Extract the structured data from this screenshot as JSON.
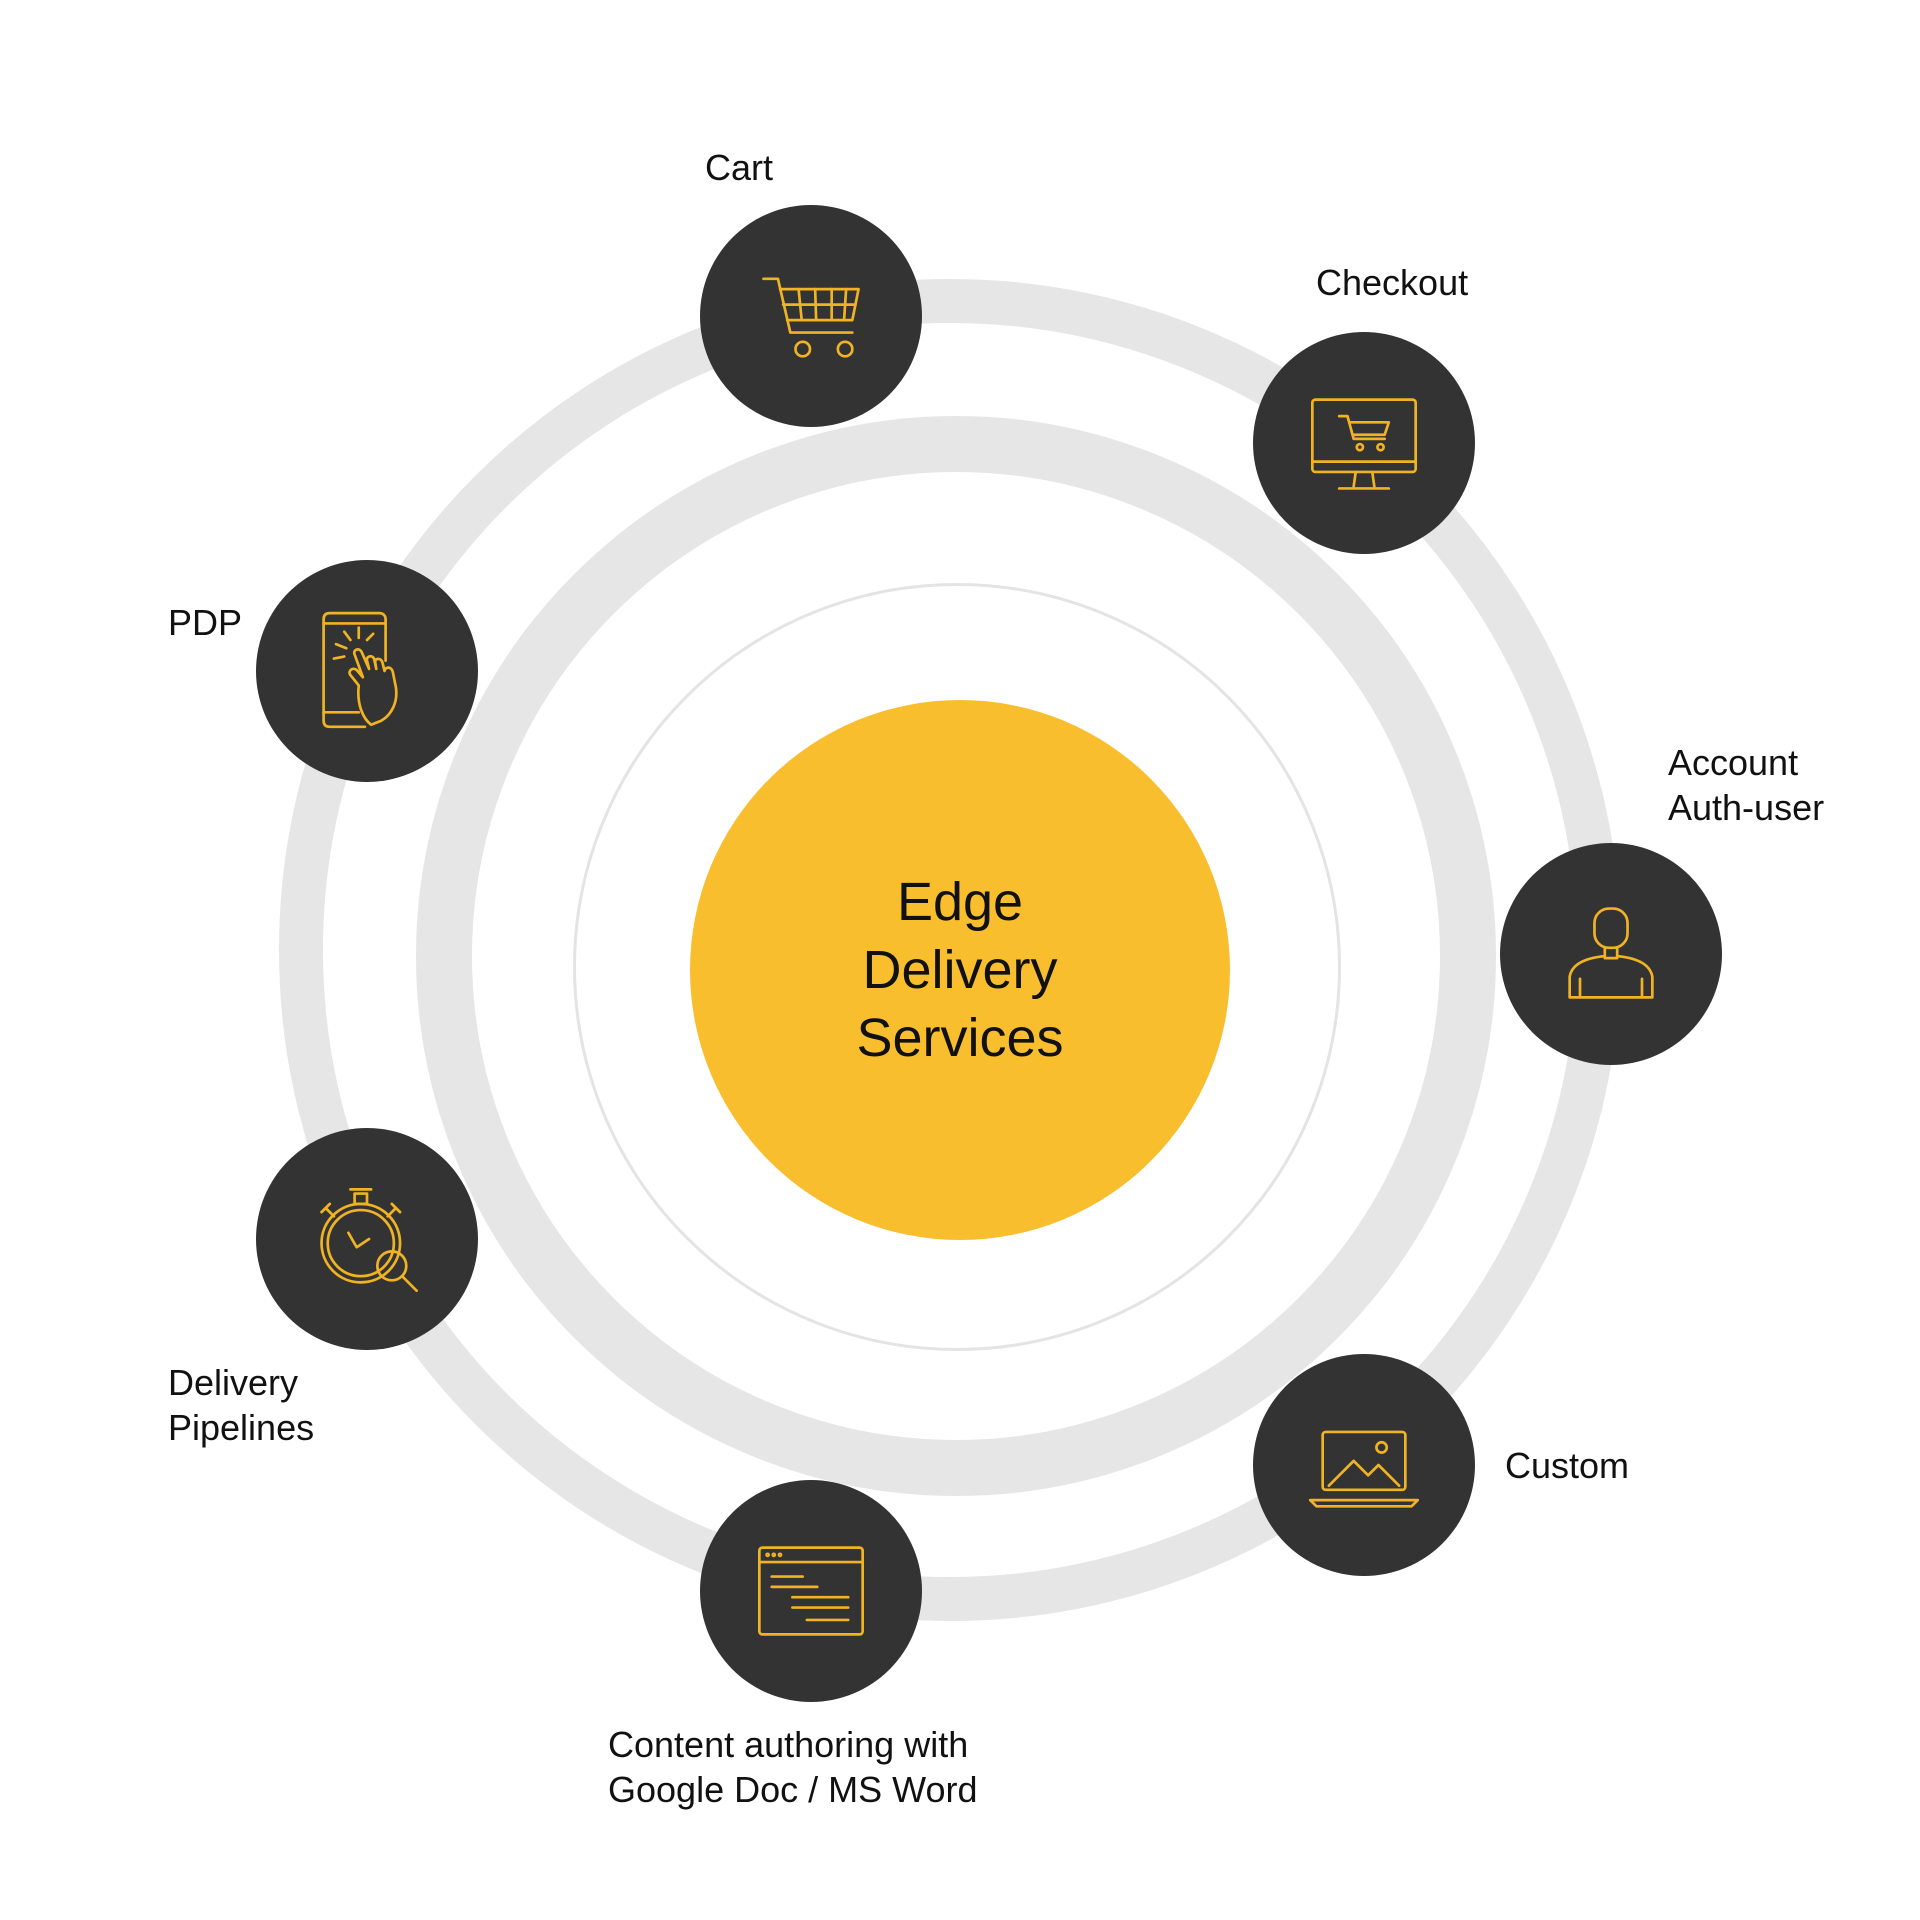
{
  "hub": {
    "label": "Edge\nDelivery\nServices"
  },
  "colors": {
    "hub": "#f8be2d",
    "node": "#333333",
    "icon": "#f0b323",
    "ring": "#e6e6e6"
  },
  "nodes": [
    {
      "id": "cart",
      "icon": "shopping-cart-icon",
      "label": "Cart"
    },
    {
      "id": "checkout",
      "icon": "monitor-cart-icon",
      "label": "Checkout"
    },
    {
      "id": "account",
      "icon": "user-icon",
      "label_lines": [
        "Account",
        "Auth-user"
      ]
    },
    {
      "id": "custom",
      "icon": "laptop-image-icon",
      "label": "Custom"
    },
    {
      "id": "content",
      "icon": "browser-document-icon",
      "label_lines": [
        "Content authoring with",
        "Google Doc / MS Word"
      ]
    },
    {
      "id": "pipelines",
      "icon": "stopwatch-search-icon",
      "label_lines": [
        "Delivery",
        "Pipelines"
      ]
    },
    {
      "id": "pdp",
      "icon": "phone-tap-icon",
      "label": "PDP"
    }
  ]
}
